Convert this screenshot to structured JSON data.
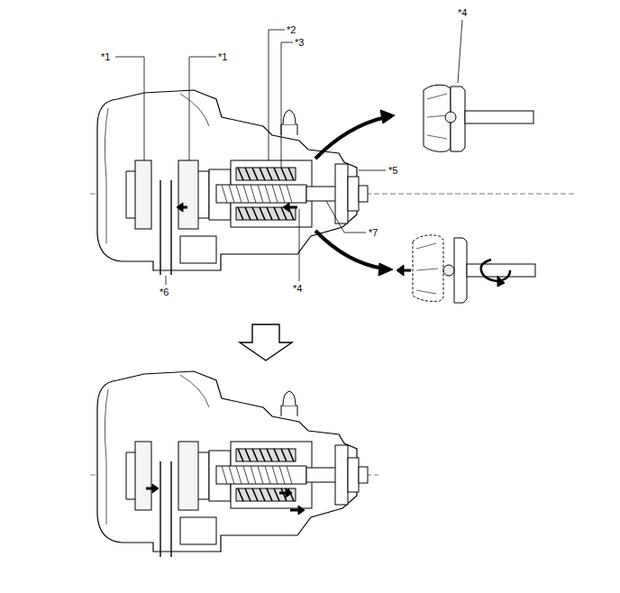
{
  "diagram": {
    "labels": [
      "*4",
      "*2",
      "*3",
      "*1",
      "*1",
      "*5",
      "*7",
      "*6",
      "*4"
    ]
  }
}
